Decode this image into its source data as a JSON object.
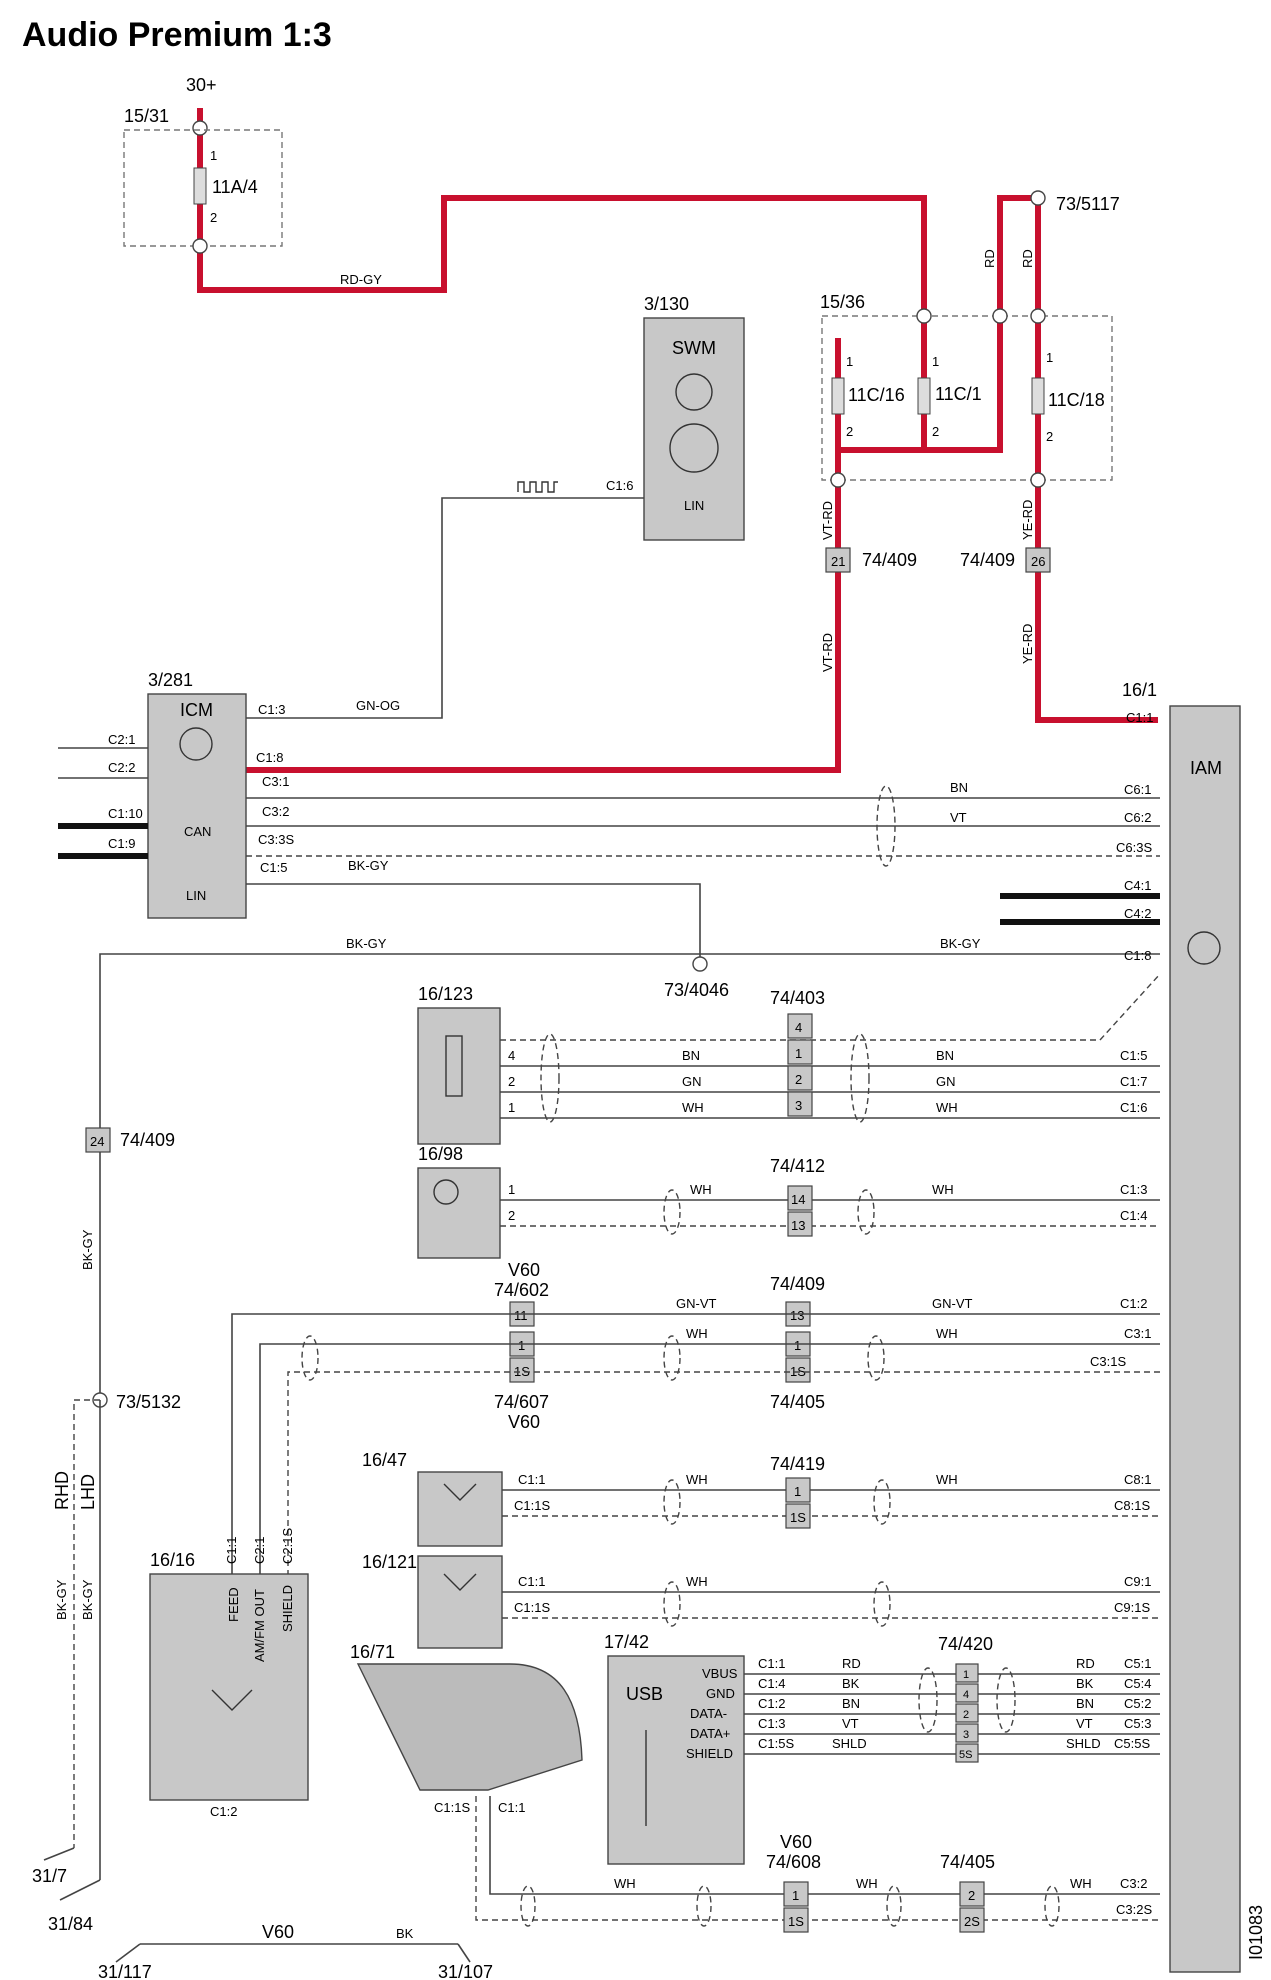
{
  "title": "Audio Premium 1:3",
  "figure_id": "I01083",
  "components": {
    "fuse_box_left": "15/31",
    "fuse_left": "11A/4",
    "fuse_box_right": "15/36",
    "fuse_a": "11C/16",
    "fuse_b": "11C/1",
    "fuse_c": "11C/18",
    "swm_id": "3/130",
    "swm_name": "SWM",
    "swm_lin": "LIN",
    "swm_pin": "C1:6",
    "icm_id": "3/281",
    "icm_name": "ICM",
    "iam_id": "16/1",
    "iam_name": "IAM",
    "aux_id": "16/123",
    "mic_id": "16/98",
    "ant47": "16/47",
    "ant121": "16/121",
    "ant16": "16/16",
    "glass_ant": "16/71",
    "usb_id": "17/42",
    "usb_name": "USB"
  },
  "supply": {
    "name": "30+"
  },
  "splices": {
    "s5117": "73/5117",
    "s4046": "73/4046",
    "s5132": "73/5132"
  },
  "grounds": {
    "g7": "31/7",
    "g84": "31/84",
    "g117": "31/117",
    "g107": "31/107"
  },
  "connectors": {
    "c409": "74/409",
    "c403": "74/403",
    "c412": "74/412",
    "c602": "74/602",
    "c607": "74/607",
    "c405": "74/405",
    "c419": "74/419",
    "c420": "74/420",
    "c608": "74/608",
    "v60": "V60"
  },
  "wire_colors": {
    "rd_gy": "RD-GY",
    "rd": "RD",
    "vt_rd": "VT-RD",
    "ye_rd": "YE-RD",
    "gn_og": "GN-OG",
    "bk_gy": "BK-GY",
    "bn": "BN",
    "vt": "VT",
    "gn": "GN",
    "wh": "WH",
    "gn_vt": "GN-VT",
    "bk": "BK",
    "shld": "SHLD"
  },
  "pins": {
    "c1_1": "C1:1",
    "c1_2": "C1:2",
    "c1_3": "C1:3",
    "c1_4": "C1:4",
    "c1_5": "C1:5",
    "c1_6": "C1:6",
    "c1_7": "C1:7",
    "c1_8": "C1:8",
    "c1_9": "C1:9",
    "c1_10": "C1:10",
    "c1_1s": "C1:1S",
    "c1_5s": "C1:5S",
    "c2_1": "C2:1",
    "c2_2": "C2:2",
    "c2_1s": "C2:1S",
    "c3_1": "C3:1",
    "c3_2": "C3:2",
    "c3_3s": "C3:3S",
    "c3_1s": "C3:1S",
    "c3_2s": "C3:2S",
    "c4_1": "C4:1",
    "c4_2": "C4:2",
    "c5_1": "C5:1",
    "c5_2": "C5:2",
    "c5_3": "C5:3",
    "c5_4": "C5:4",
    "c5_5s": "C5:5S",
    "c6_1": "C6:1",
    "c6_2": "C6:2",
    "c6_3s": "C6:3S",
    "c8_1": "C8:1",
    "c8_1s": "C8:1S",
    "c9_1": "C9:1",
    "c9_1s": "C9:1S"
  },
  "labels": {
    "can": "CAN",
    "lin": "LIN",
    "feed": "FEED",
    "amfm": "AM/FM OUT",
    "shield": "SHIELD",
    "vbus": "VBUS",
    "gnd": "GND",
    "datam": "DATA-",
    "datap": "DATA+",
    "shieldU": "SHIELD",
    "rhd": "RHD",
    "lhd": "LHD"
  }
}
